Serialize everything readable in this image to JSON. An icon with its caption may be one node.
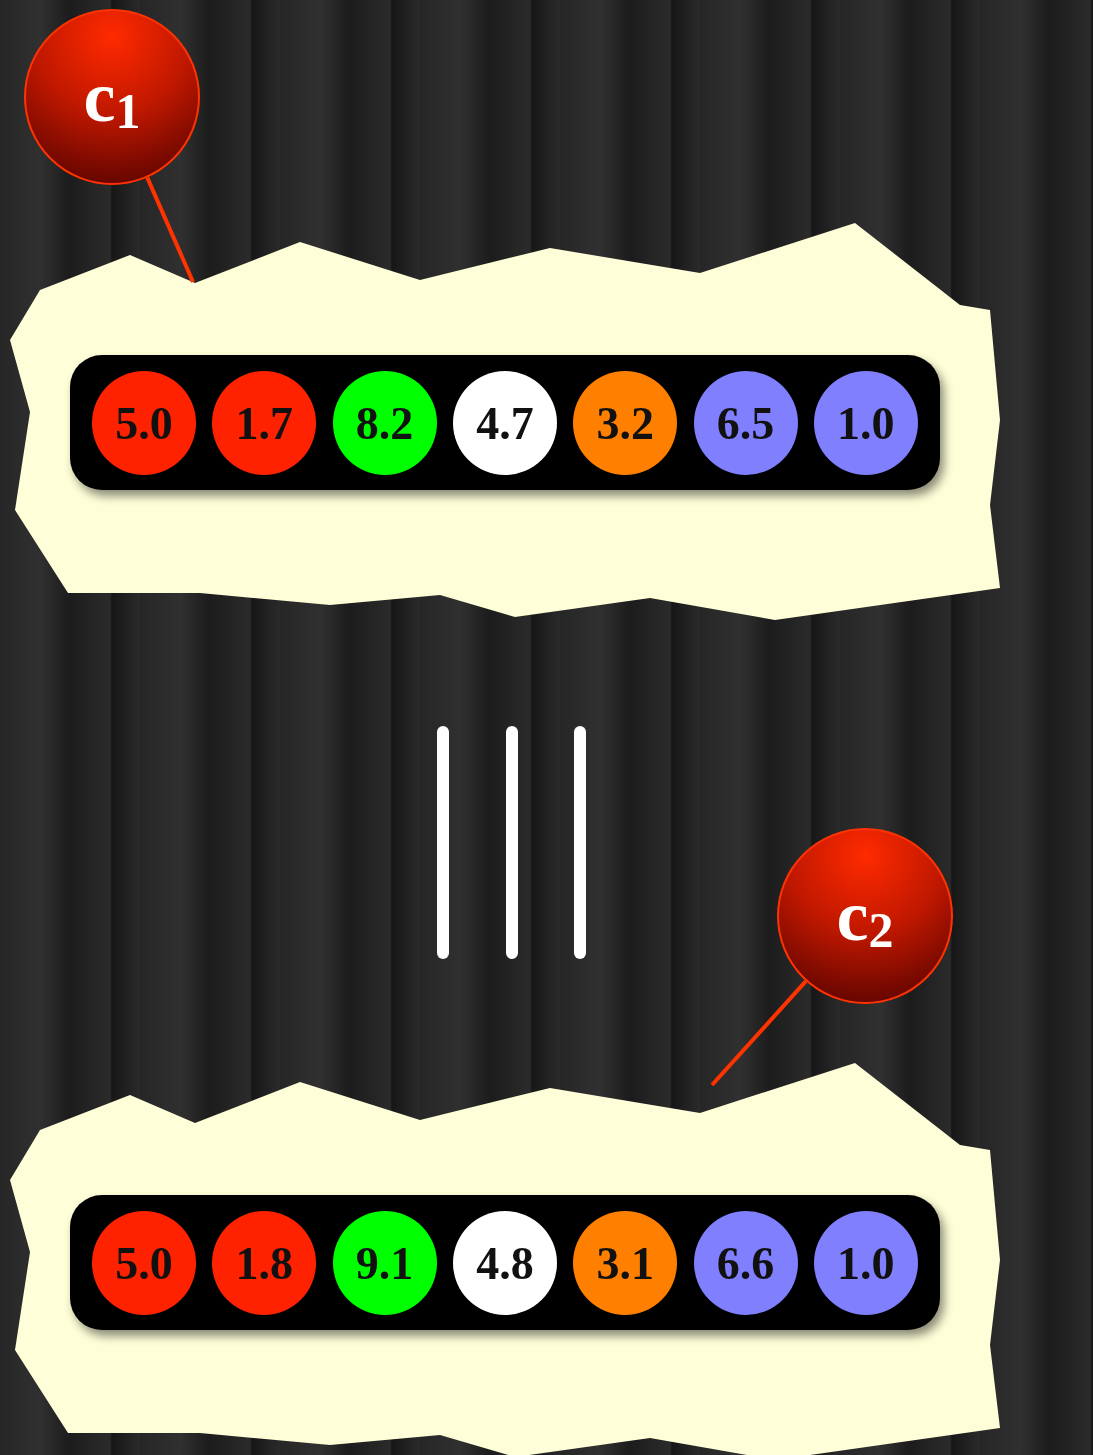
{
  "diagram": {
    "nodes": [
      {
        "text": [
          "c$_{1}$"
        ]
      },
      {
        "text": [],
        "shape": "box"
      },
      {
        "text": [],
        "shape": "bar",
        "in": 1
      },
      {
        "text": [
          "5.0"
        ],
        "in": 2
      },
      {
        "text": [
          "1.7"
        ],
        "in": 2
      },
      {
        "text": [
          "8.2"
        ],
        "in": 2
      },
      {
        "text": [
          "4.7"
        ],
        "in": 2
      },
      {
        "text": [
          "3.2"
        ],
        "in": 2
      },
      {
        "text": [
          "6.5"
        ],
        "in": 2
      },
      {
        "text": [
          "1.0"
        ],
        "in": 2
      },
      {
        "text": [
          "c$_{2}$"
        ]
      },
      {
        "text": [],
        "shape": "box"
      },
      {
        "text": [],
        "shape": "bar",
        "in": 11
      },
      {
        "text": [
          "5.0"
        ],
        "in": 12
      },
      {
        "text": [
          "1.8"
        ],
        "in": 12
      },
      {
        "text": [
          "9.1"
        ],
        "in": 12
      },
      {
        "text": [
          "4.8"
        ],
        "in": 12
      },
      {
        "text": [
          "3.1"
        ],
        "in": 12
      },
      {
        "text": [
          "6.6"
        ],
        "in": 12
      },
      {
        "text": [
          "1.0"
        ],
        "in": 12
      }
    ],
    "edges": [
      {
        "from": 0,
        "to": 1,
        "arrow": "none"
      },
      {
        "from": 10,
        "to": 11,
        "arrow": "none"
      }
    ]
  }
}
